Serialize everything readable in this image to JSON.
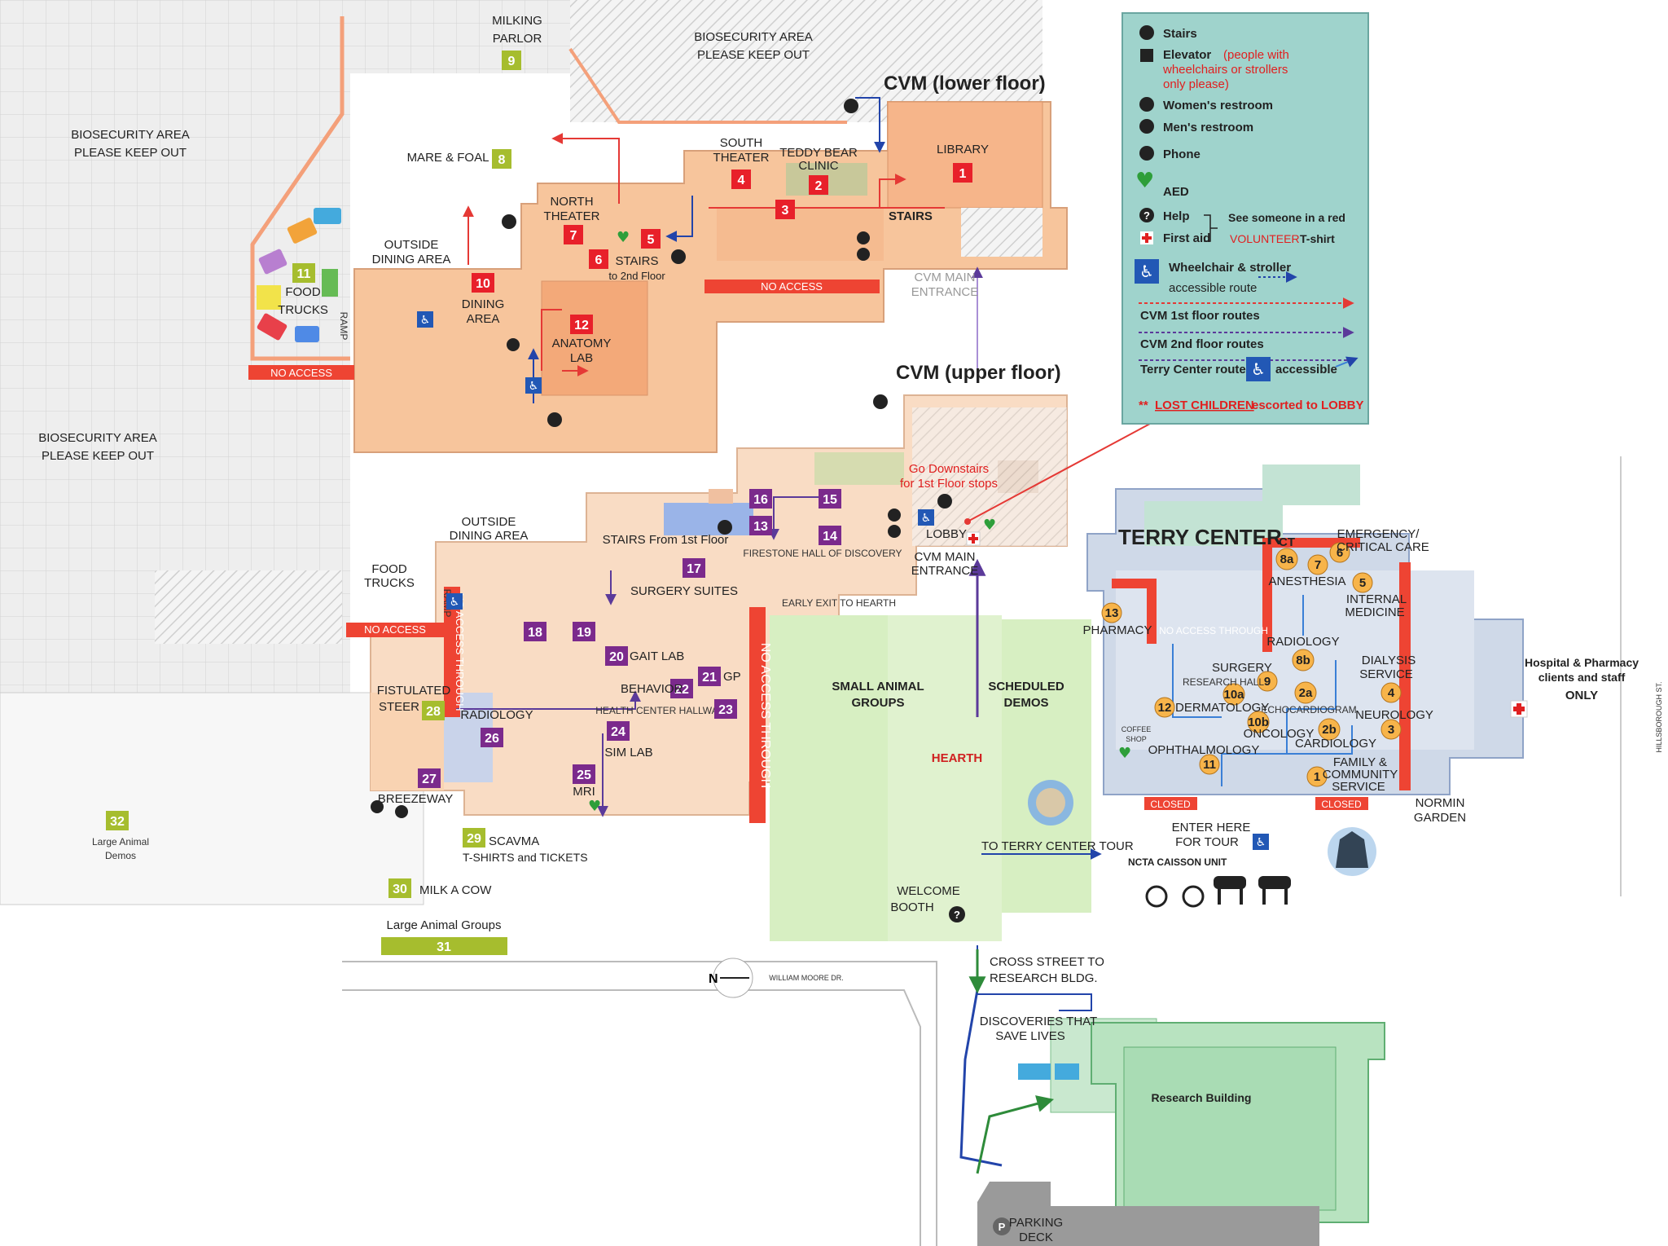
{
  "colors": {
    "building_lower": "#f7c59c",
    "building_upper": "#f9dcc4",
    "green_space": "#d7efc2",
    "terry": "#c9d6e8",
    "research": "#b8e3c0",
    "no_access": "#ee4433",
    "red_marker": "#e8202a",
    "purple_marker": "#7b2a8c",
    "olive_marker": "#a6bd2e",
    "orange_circle": "#f7b44a",
    "legend_bg": "#9fd3cc"
  },
  "areas": {
    "biosecurity_top": [
      "BIOSECURITY AREA",
      "PLEASE KEEP OUT"
    ],
    "biosecurity_left_top": [
      "BIOSECURITY AREA",
      "PLEASE KEEP OUT"
    ],
    "biosecurity_left_mid": [
      "BIOSECURITY AREA",
      "PLEASE KEEP OUT"
    ],
    "milking_parlor": [
      "MILKING",
      "PARLOR"
    ],
    "mare_foal": "MARE & FOAL",
    "outside_dining_top": [
      "OUTSIDE",
      "DINING AREA"
    ],
    "outside_dining_mid": [
      "OUTSIDE",
      "DINING AREA"
    ],
    "food_trucks_top": [
      "FOOD",
      "TRUCKS"
    ],
    "food_trucks_mid": [
      "FOOD",
      "TRUCKS"
    ],
    "ramp": "RAMP",
    "cvm_lower": "CVM (lower floor)",
    "cvm_upper": "CVM (upper floor)",
    "cvm_main_entrance_lower": [
      "CVM MAIN",
      "ENTRANCE"
    ],
    "cvm_main_entrance_upper": [
      "CVM MAIN",
      "ENTRANCE"
    ],
    "terry_center": "TERRY CENTER",
    "small_animal_groups": [
      "SMALL ANIMAL",
      "GROUPS"
    ],
    "scheduled_demos": [
      "SCHEDULED",
      "DEMOS"
    ],
    "hearth": "HEARTH",
    "to_terry_tour": "TO TERRY CENTER TOUR",
    "welcome_booth": [
      "WELCOME",
      "BOOTH"
    ],
    "cross_street": [
      "CROSS STREET TO",
      "RESEARCH BLDG."
    ],
    "william_moore": "WILLIAM MOORE DR.",
    "hillsborough": "HILLSBOROUGH ST.",
    "discoveries": [
      "DISCOVERIES THAT",
      "SAVE LIVES"
    ],
    "research_building": "Research Building",
    "parking_deck": [
      "PARKING",
      "DECK"
    ],
    "ncta": "NCTA CAISSON UNIT",
    "enter_here": [
      "ENTER HERE",
      "FOR TOUR"
    ],
    "normin_garden": [
      "NORMIN",
      "GARDEN"
    ],
    "hospital_pharmacy": [
      "Hospital & Pharmacy",
      "clients and staff",
      "ONLY"
    ],
    "large_animal_groups": "Large Animal Groups",
    "large_animal_demos": [
      "Large Animal",
      "Demos"
    ],
    "early_exit": "EARLY EXIT TO HEARTH",
    "go_downstairs": [
      "Go Downstairs",
      "for 1st Floor stops"
    ],
    "stairs_2nd": [
      "STAIRS",
      "to 2nd Floor"
    ],
    "stairs_lower": "STAIRS",
    "stairs_from_1st": "STAIRS From 1st Floor",
    "lobby": "LOBBY",
    "firestone": "FIRESTONE HALL OF DISCOVERY",
    "health_center_hallway": "HEALTH CENTER HALLWAY",
    "breezeway": "BREEZEWAY",
    "coffee_shop": [
      "COFFEE",
      "SHOP"
    ],
    "closed": "CLOSED",
    "no_access": "NO ACCESS",
    "no_access_through": "NO ACCESS THROUGH",
    "compass": "N"
  },
  "lower_stops": [
    {
      "n": "1",
      "label": [
        "LIBRARY"
      ]
    },
    {
      "n": "2",
      "label": [
        "TEDDY BEAR",
        "CLINIC"
      ]
    },
    {
      "n": "3",
      "label": []
    },
    {
      "n": "4",
      "label": [
        "SOUTH",
        "THEATER"
      ]
    },
    {
      "n": "5",
      "label": []
    },
    {
      "n": "6",
      "label": []
    },
    {
      "n": "7",
      "label": [
        "NORTH",
        "THEATER"
      ]
    },
    {
      "n": "8",
      "label": []
    },
    {
      "n": "9",
      "label": []
    },
    {
      "n": "10",
      "label": [
        "DINING",
        "AREA"
      ]
    },
    {
      "n": "11",
      "label": []
    },
    {
      "n": "12",
      "label": [
        "ANATOMY",
        "LAB"
      ]
    }
  ],
  "upper_stops": [
    {
      "n": "13",
      "label": ""
    },
    {
      "n": "14",
      "label": ""
    },
    {
      "n": "15",
      "label": ""
    },
    {
      "n": "16",
      "label": ""
    },
    {
      "n": "17",
      "label": "SURGERY SUITES"
    },
    {
      "n": "18",
      "label": ""
    },
    {
      "n": "19",
      "label": ""
    },
    {
      "n": "20",
      "label": "GAIT LAB"
    },
    {
      "n": "21",
      "label": "GP"
    },
    {
      "n": "22",
      "label": "BEHAVIOR"
    },
    {
      "n": "23",
      "label": ""
    },
    {
      "n": "24",
      "label": "SIM LAB"
    },
    {
      "n": "25",
      "label": "MRI"
    },
    {
      "n": "26",
      "label": "RADIOLOGY"
    },
    {
      "n": "27",
      "label": ""
    }
  ],
  "large_animal_stops": [
    {
      "n": "28",
      "label": [
        "FISTULATED",
        "STEER"
      ]
    },
    {
      "n": "29",
      "label": [
        "SCAVMA",
        "T-SHIRTS and TICKETS"
      ]
    },
    {
      "n": "30",
      "label": [
        "MILK A COW"
      ]
    },
    {
      "n": "31",
      "label": [
        "Large Animal Groups"
      ]
    },
    {
      "n": "32",
      "label": [
        "Large Animal",
        "Demos"
      ]
    }
  ],
  "terry_stops": [
    {
      "n": "1",
      "label": [
        "FAMILY &",
        "COMMUNITY",
        "SERVICE"
      ]
    },
    {
      "n": "2a",
      "label": [
        "ECHOCARDIOGRAM"
      ]
    },
    {
      "n": "2b",
      "label": [
        "CARDIOLOGY"
      ]
    },
    {
      "n": "3",
      "label": []
    },
    {
      "n": "4",
      "label": [
        "DIALYSIS",
        "SERVICE"
      ]
    },
    {
      "n": "5",
      "label": [
        "INTERNAL",
        "MEDICINE"
      ]
    },
    {
      "n": "6",
      "label": [
        "EMERGENCY/",
        "CRITICAL CARE"
      ]
    },
    {
      "n": "7",
      "label": [
        "ANESTHESIA"
      ]
    },
    {
      "n": "8a",
      "label": [
        "CT"
      ]
    },
    {
      "n": "8b",
      "label": [
        "RADIOLOGY"
      ]
    },
    {
      "n": "9",
      "label": [
        "SURGERY"
      ]
    },
    {
      "n": "10a",
      "label": [
        "RESEARCH HALL"
      ]
    },
    {
      "n": "10b",
      "label": [
        "ONCOLOGY"
      ]
    },
    {
      "n": "11",
      "label": [
        "OPHTHALMOLOGY"
      ]
    },
    {
      "n": "12",
      "label": [
        "DERMATOLOGY"
      ]
    },
    {
      "n": "13",
      "label": [
        "PHARMACY"
      ]
    }
  ],
  "terry_extra": {
    "neurology": "NEUROLOGY"
  },
  "legend": {
    "stairs": "Stairs",
    "elevator": "Elevator",
    "elevator_note": [
      "(people with",
      "wheelchairs or strollers",
      "only please)"
    ],
    "womens": "Women's restroom",
    "mens": "Men's restroom",
    "phone": "Phone",
    "aed": "AED",
    "help": "Help",
    "first_aid": "First aid",
    "see_someone": "See someone in a red",
    "volunteer": "VOLUNTEER",
    "tshirt": "T-shirt",
    "wheelchair": [
      "Wheelchair & stroller",
      "accessible route"
    ],
    "route_1st": "CVM 1st floor routes",
    "route_2nd": "CVM 2nd floor routes",
    "terry_route": "Terry Center route",
    "accessible": "accessible",
    "lost_prefix": "**",
    "lost_children": "LOST CHILDREN",
    "lost_suffix": "escorted to LOBBY"
  }
}
